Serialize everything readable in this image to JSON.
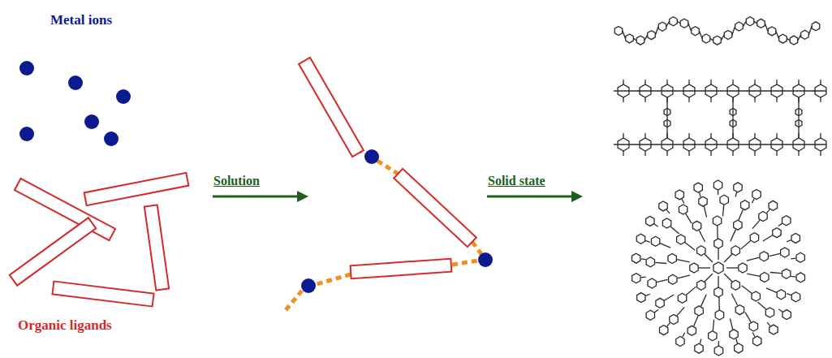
{
  "diagram": {
    "labels": [
      "Metal ions",
      "Organic ligands",
      "Solution",
      "Solid state"
    ]
  }
}
